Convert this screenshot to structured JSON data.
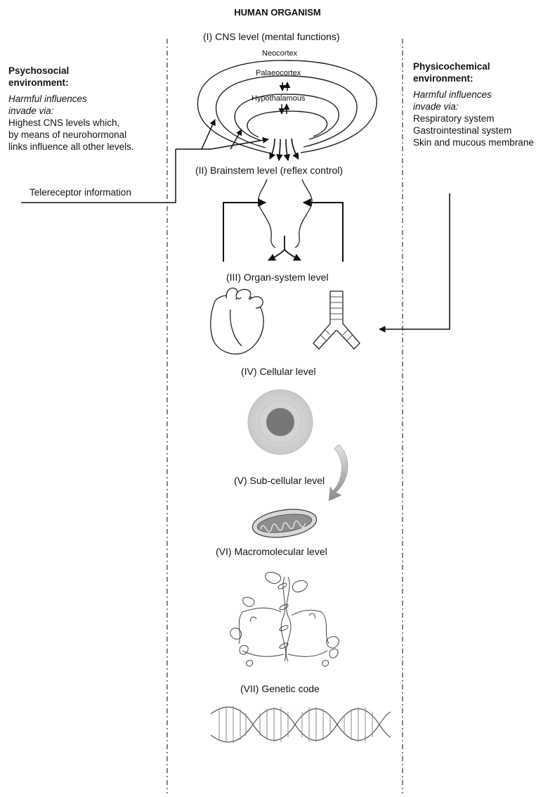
{
  "title": "HUMAN ORGANISM",
  "levels": {
    "cns": "(I) CNS level (mental functions)",
    "brainstem": "(II) Brainstem level (reflex control)",
    "organ": "(III) Organ-system level",
    "cellular": "(IV) Cellular level",
    "subcellular": "(V) Sub-cellular level",
    "macromolecular": "(VI) Macromolecular level",
    "genetic": "(VII) Genetic code"
  },
  "brain": {
    "neocortex": "Neocortex",
    "palaeocortex": "Palaeocortex",
    "hypothalamous": "Hypothalamous"
  },
  "left": {
    "heading_line1": "Psychosocial",
    "heading_line2": "environment:",
    "italic_line1": "Harmful influences",
    "italic_line2": "invade via:",
    "line1": "Highest CNS levels which,",
    "line2": "by means of neurohormonal",
    "line3": "links influence all other levels.",
    "telereceptor": "Telereceptor information"
  },
  "right": {
    "heading_line1": "Physicochemical",
    "heading_line2": "environment:",
    "italic_line1": "Harmful influences",
    "italic_line2": "invade via:",
    "line1": "Respiratory system",
    "line2": "Gastrointestinal system",
    "line3": "Skin and mucous membrane"
  }
}
